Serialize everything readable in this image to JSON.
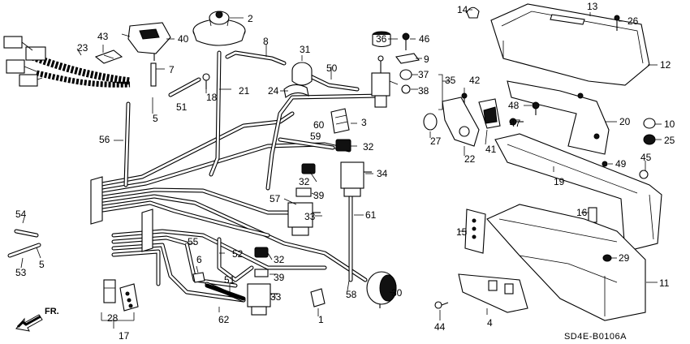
{
  "diagram_code": "SD4E-B0106A",
  "direction_label": "FR.",
  "callouts": [
    "1",
    "2",
    "3",
    "4",
    "5",
    "5",
    "6",
    "7",
    "8",
    "9",
    "10",
    "11",
    "12",
    "13",
    "14",
    "15",
    "16",
    "17",
    "18",
    "19",
    "20",
    "21",
    "22",
    "23",
    "24",
    "25",
    "26",
    "27",
    "28",
    "29",
    "30",
    "31",
    "32",
    "32",
    "32",
    "33",
    "33",
    "34",
    "35",
    "36",
    "37",
    "38",
    "39",
    "39",
    "40",
    "41",
    "42",
    "43",
    "44",
    "45",
    "46",
    "47",
    "48",
    "49",
    "50",
    "51",
    "51",
    "52",
    "53",
    "54",
    "55",
    "56",
    "57",
    "58",
    "59",
    "60",
    "61",
    "62"
  ]
}
